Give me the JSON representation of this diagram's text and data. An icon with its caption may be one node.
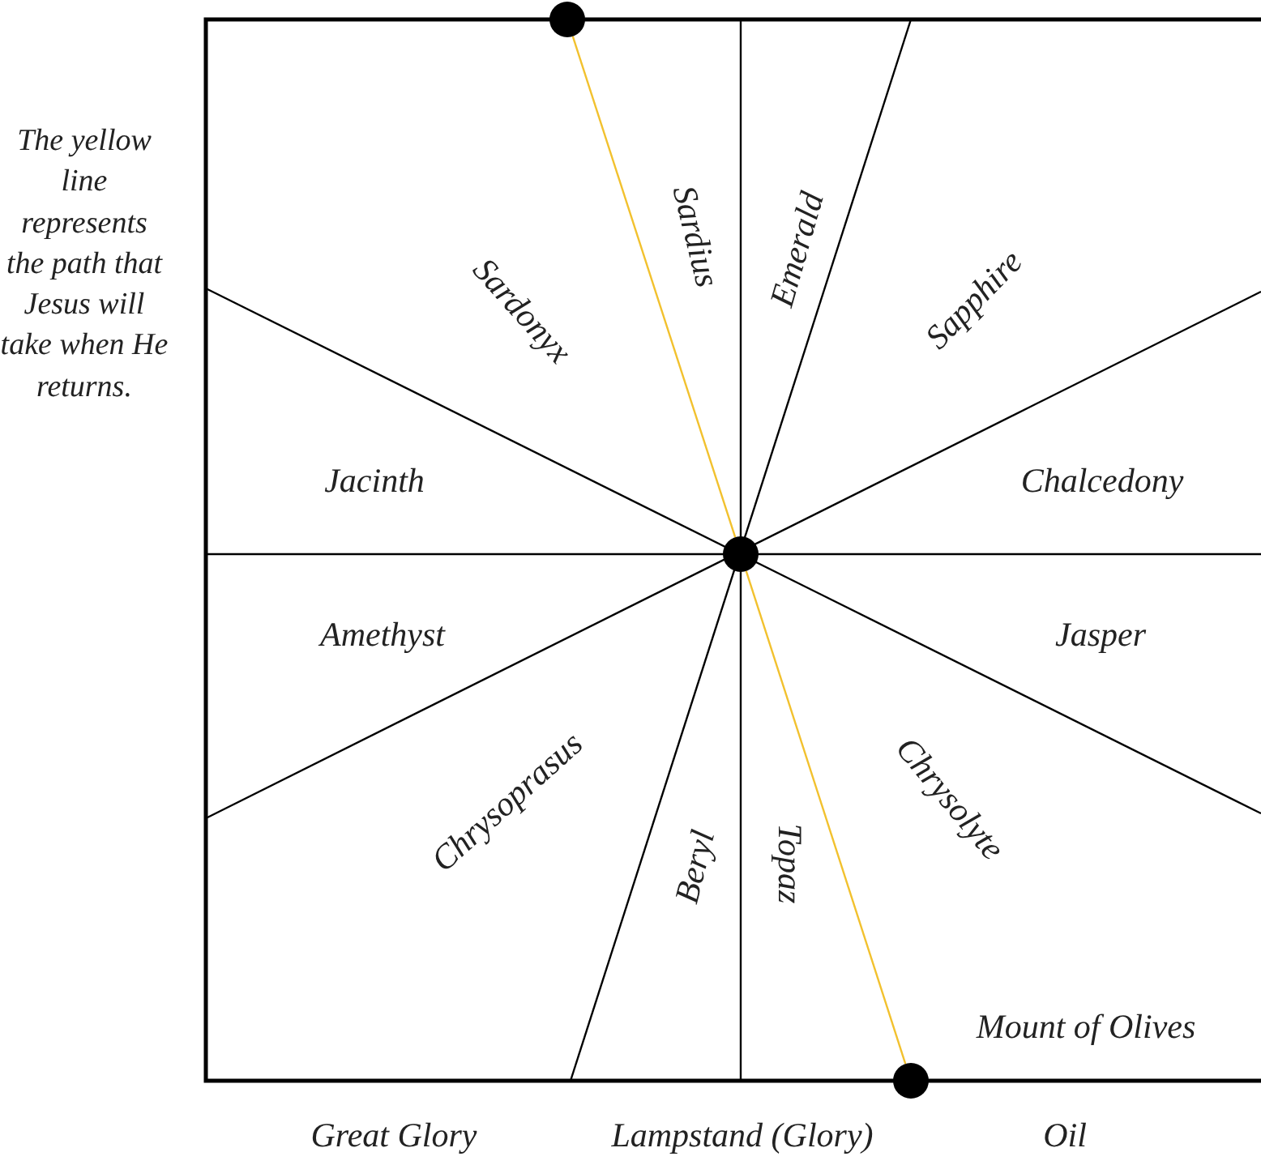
{
  "diagram": {
    "nodes": [
      {
        "text": [],
        "shape": "circle"
      },
      {
        "text": [],
        "shape": "circle"
      },
      {
        "text": [],
        "shape": "circle"
      }
    ],
    "edges": [
      {
        "from": 0,
        "to": 1,
        "arrow": "none",
        "color": "#f2c12e"
      },
      {
        "from": 1,
        "to": 2,
        "arrow": "none",
        "color": "#f2c12e"
      }
    ],
    "labels": [
      "The yellow line represents the path that Jesus will take when He returns.",
      "Sardonyx",
      "Sardius",
      "Emerald",
      "Sapphire",
      "Jacinth",
      "Chalcedony",
      "Amethyst",
      "Jasper",
      "Chrysoprasus",
      "Beryl",
      "Topaz",
      "Chrysolyte",
      "Mount of Olives",
      "Great Glory",
      "Lampstand (Glory)",
      "Oil"
    ]
  }
}
